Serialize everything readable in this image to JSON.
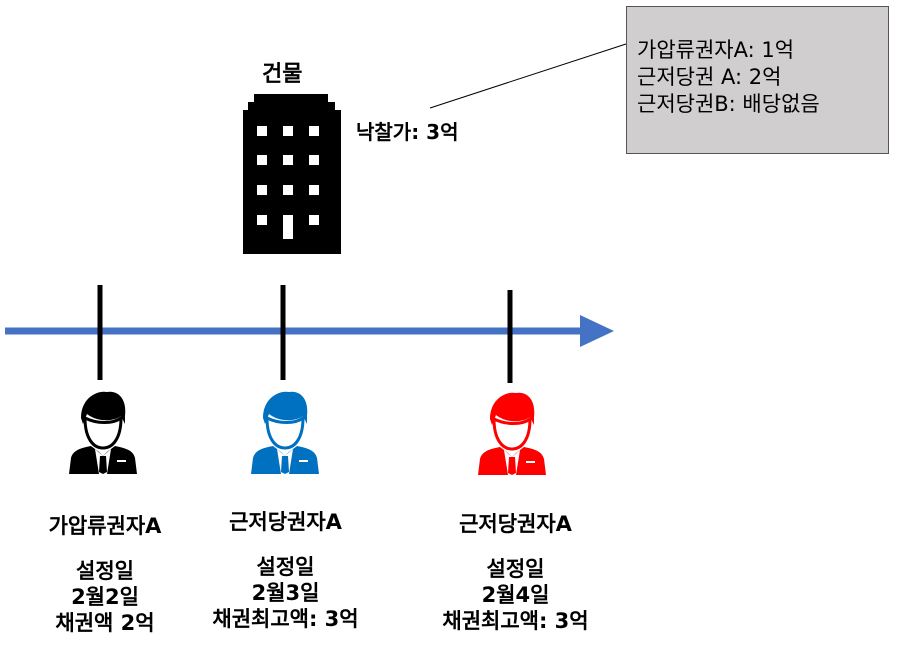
{
  "building": {
    "title": "건물",
    "price_label": "낙찰가: 3억"
  },
  "callout": {
    "lines": [
      "가압류권자A: 1억",
      "근저당권 A: 2억",
      "근저당권B: 배당없음"
    ]
  },
  "parties": [
    {
      "name": "가압류권자A",
      "setup_label": "설정일",
      "date": "2월2일",
      "amount": "채권액 2억",
      "icon": "person-icon-black",
      "color": "#000000"
    },
    {
      "name": "근저당권자A",
      "setup_label": "설정일",
      "date": "2월3일",
      "amount": "채권최고액: 3억",
      "icon": "person-icon-blue",
      "color": "#0070c0"
    },
    {
      "name": "근저당권자A",
      "setup_label": "설정일",
      "date": "2월4일",
      "amount": "채권최고액: 3억",
      "icon": "person-icon-red",
      "color": "#ff0000"
    }
  ],
  "timeline": {
    "color": "#4472c4"
  }
}
